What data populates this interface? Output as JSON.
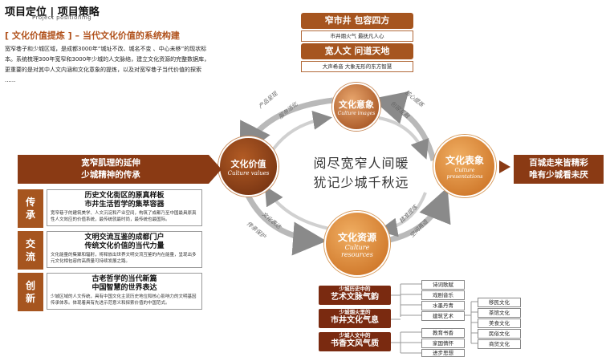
{
  "header": {
    "title": "项目定位 | 项目策略",
    "subtitle": "Project positioning"
  },
  "section": {
    "heading": "[ 文化价值提炼 ] – 当代文化价值的系统构建",
    "intro": "宽窄巷子和少城区域，是成都3000年“城址不改、城名不变 、中心未移”的现状标本。系统梳理300年宽窄和3000年少城的人文脉络，建立文化资源的完整数据库，更重要的是对其中人文内涵和文化意象的提炼，以及对宽窄巷子当代价值的探索 ......"
  },
  "top_blocks": {
    "banner1": "窄市井  包容四方",
    "sub1": "市井烟火气 最抚凡人心",
    "banner2": "宽人文  问道天地",
    "sub2": "大声希音 大象无形的东方智慧"
  },
  "circles": {
    "image": {
      "zh": "文化意象",
      "en": "Culture images"
    },
    "values": {
      "zh": "文化价值",
      "en": "Culture values"
    },
    "presentations": {
      "zh": "文化表象",
      "en": "Culture presentations"
    },
    "resources": {
      "zh": "文化资源",
      "en": "Culture resources"
    }
  },
  "center_text": {
    "line1": "阅尽宽窄人间暖",
    "line2": "犹记少城千秋远"
  },
  "arc_labels": {
    "tl1": "产品呈现",
    "tl2": "服务活化",
    "tr1": "核心提炼",
    "tr2": "包容互融",
    "bl1": "文化表达",
    "bl2": "传承保护",
    "br1": "精准提炼",
    "br2": "空间再造"
  },
  "left_banner": {
    "line1": "宽窄肌理的延伸",
    "line2": "少城精神的传承"
  },
  "right_banner": {
    "line1": "百城走来皆精彩",
    "line2": "唯有少城看未厌"
  },
  "rows": [
    {
      "label": [
        "传",
        "承"
      ],
      "title1": "历史文化街区的原真样板",
      "title2": "市井生活哲学的集萃容器",
      "desc": "宽窄巷子的建筑美学、人文沉淀和产业空间，构筑了成都乃至中国最具原真性人文效应的价值系统，最传统就最时尚，最传统也最国际。"
    },
    {
      "label": [
        "交",
        "流"
      ],
      "title1": "文明交流互鉴的成都门户",
      "title2": "传统文化价值的当代力量",
      "desc": "文化能量的集聚和辐射，将释放出世界文明交流互鉴的内在能量，呈现出多元文化相包容的高质量可持续发展之路。"
    },
    {
      "label": [
        "创",
        "新"
      ],
      "title1": "古老哲学的当代新篇",
      "title2": "中国智慧的世界表达",
      "desc": "少城区域的人文传统，具有中国文化主流历史地位和核心影响力的文明基因传承体系。体现着具有先进示范意义和探索价值的中国范式。"
    }
  ],
  "resource_boxes": [
    {
      "small": "少城历史中的",
      "large": "艺术文脉气韵"
    },
    {
      "small": "少城烟火里的",
      "large": "市井文化气息"
    },
    {
      "small": "少城人文中的",
      "large": "书香文风气质"
    }
  ],
  "tree_items": {
    "art": [
      "诗词歌赋",
      "戏剧音乐",
      "水墨丹青",
      "建筑艺术"
    ],
    "market": [
      "移民文化",
      "茶馆文化",
      "美食文化",
      "民俗文化",
      "商贸文化"
    ],
    "literary": [
      "教育书香",
      "家国情怀",
      "进步思想"
    ]
  },
  "colors": {
    "brown": "#a6551f",
    "dark_brown": "#6b2c0f",
    "circle_gradient_light": "#e8a56c",
    "circle_gradient_dark": "#9a4616"
  }
}
